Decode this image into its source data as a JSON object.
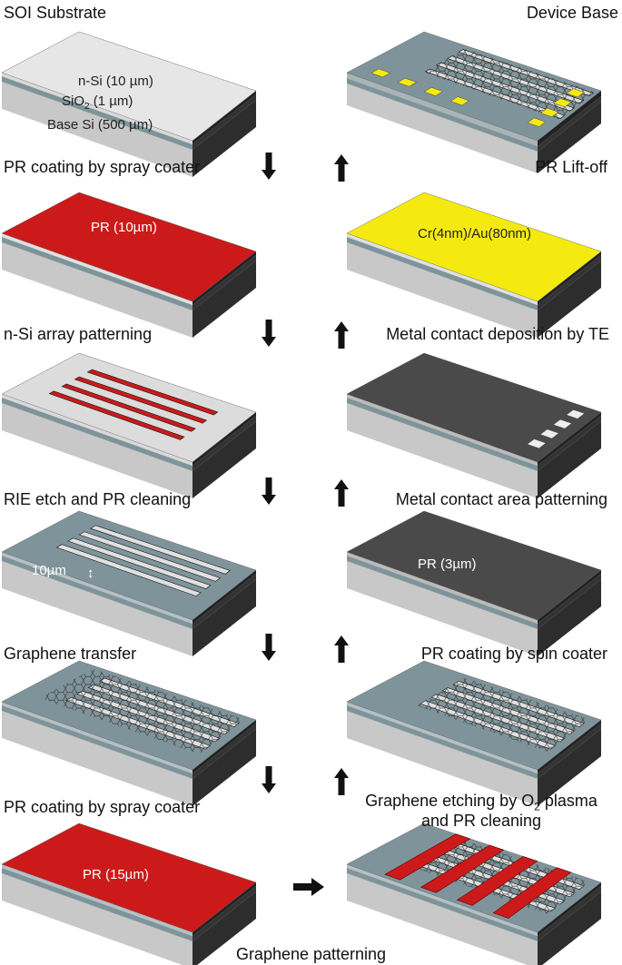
{
  "headers": {
    "left": "SOI Substrate",
    "right": "Device Base"
  },
  "layers": {
    "nsi": "n-Si (10 µm)",
    "sio2_pre": "SiO",
    "sio2_sub": "2",
    "sio2_post": " (1 µm)",
    "base": "Base Si (500 µm)"
  },
  "pr10": "PR (10µm)",
  "pr15": "PR (15µm)",
  "pr3": "PR (3µm)",
  "metal": "Cr(4nm)/Au(80nm)",
  "gap": "10µm",
  "steps_left": [
    "PR coating by spray coater",
    "n-Si array patterning",
    "RIE etch and PR cleaning",
    "Graphene transfer",
    "PR coating by spray coater"
  ],
  "steps_right": [
    "PR Lift-off",
    "Metal contact deposition by TE",
    "Metal contact area patterning",
    "PR coating by spin coater"
  ],
  "step_right_last": {
    "line1_pre": "Graphene etching by O",
    "line1_sub": "2",
    "line1_post": " plasma",
    "line2": "and PR cleaning"
  },
  "bottom_step": "Graphene patterning",
  "colors": {
    "pr_red": "#cc1a1a",
    "gold": "#f5ea10",
    "si_grey": "#c8c8c8",
    "sio2": "#7f949a",
    "dark": "#2d2d2d",
    "pr_dark": "#4a4a4a"
  }
}
